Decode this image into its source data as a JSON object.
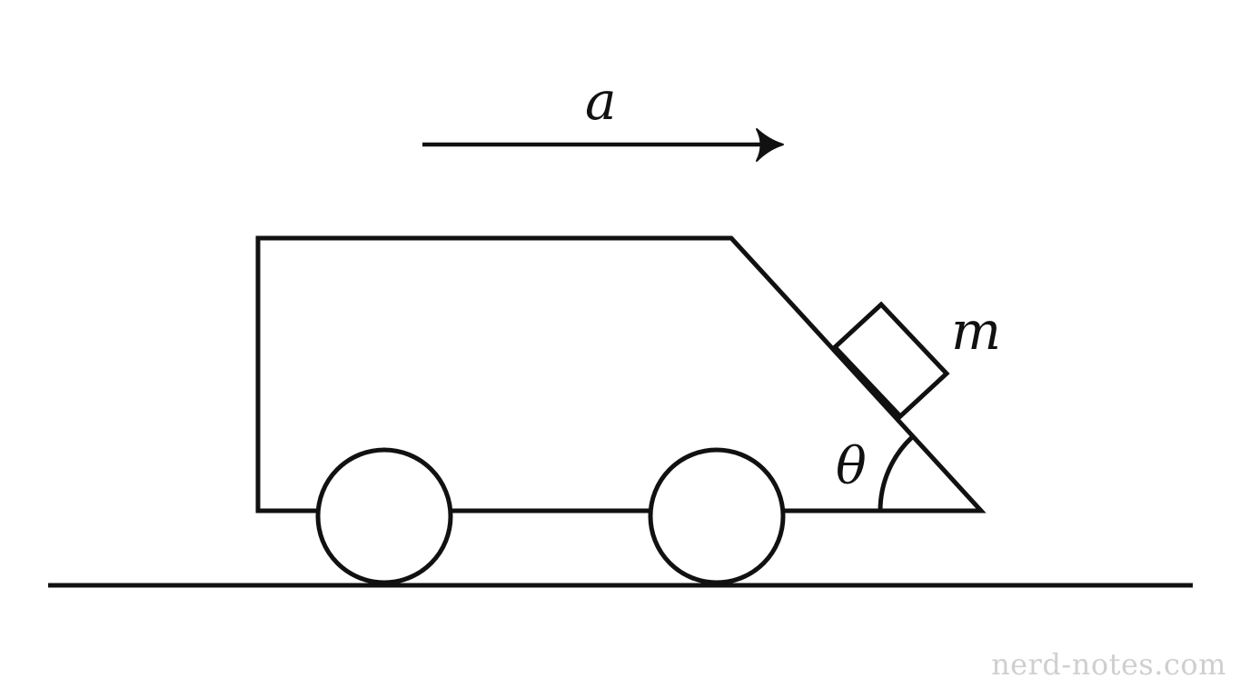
{
  "labels": {
    "acceleration": "a",
    "mass": "m",
    "angle": "θ"
  },
  "watermark": "nerd-notes.com",
  "colors": {
    "stroke": "#111111",
    "watermark": "#cfcfcf"
  }
}
